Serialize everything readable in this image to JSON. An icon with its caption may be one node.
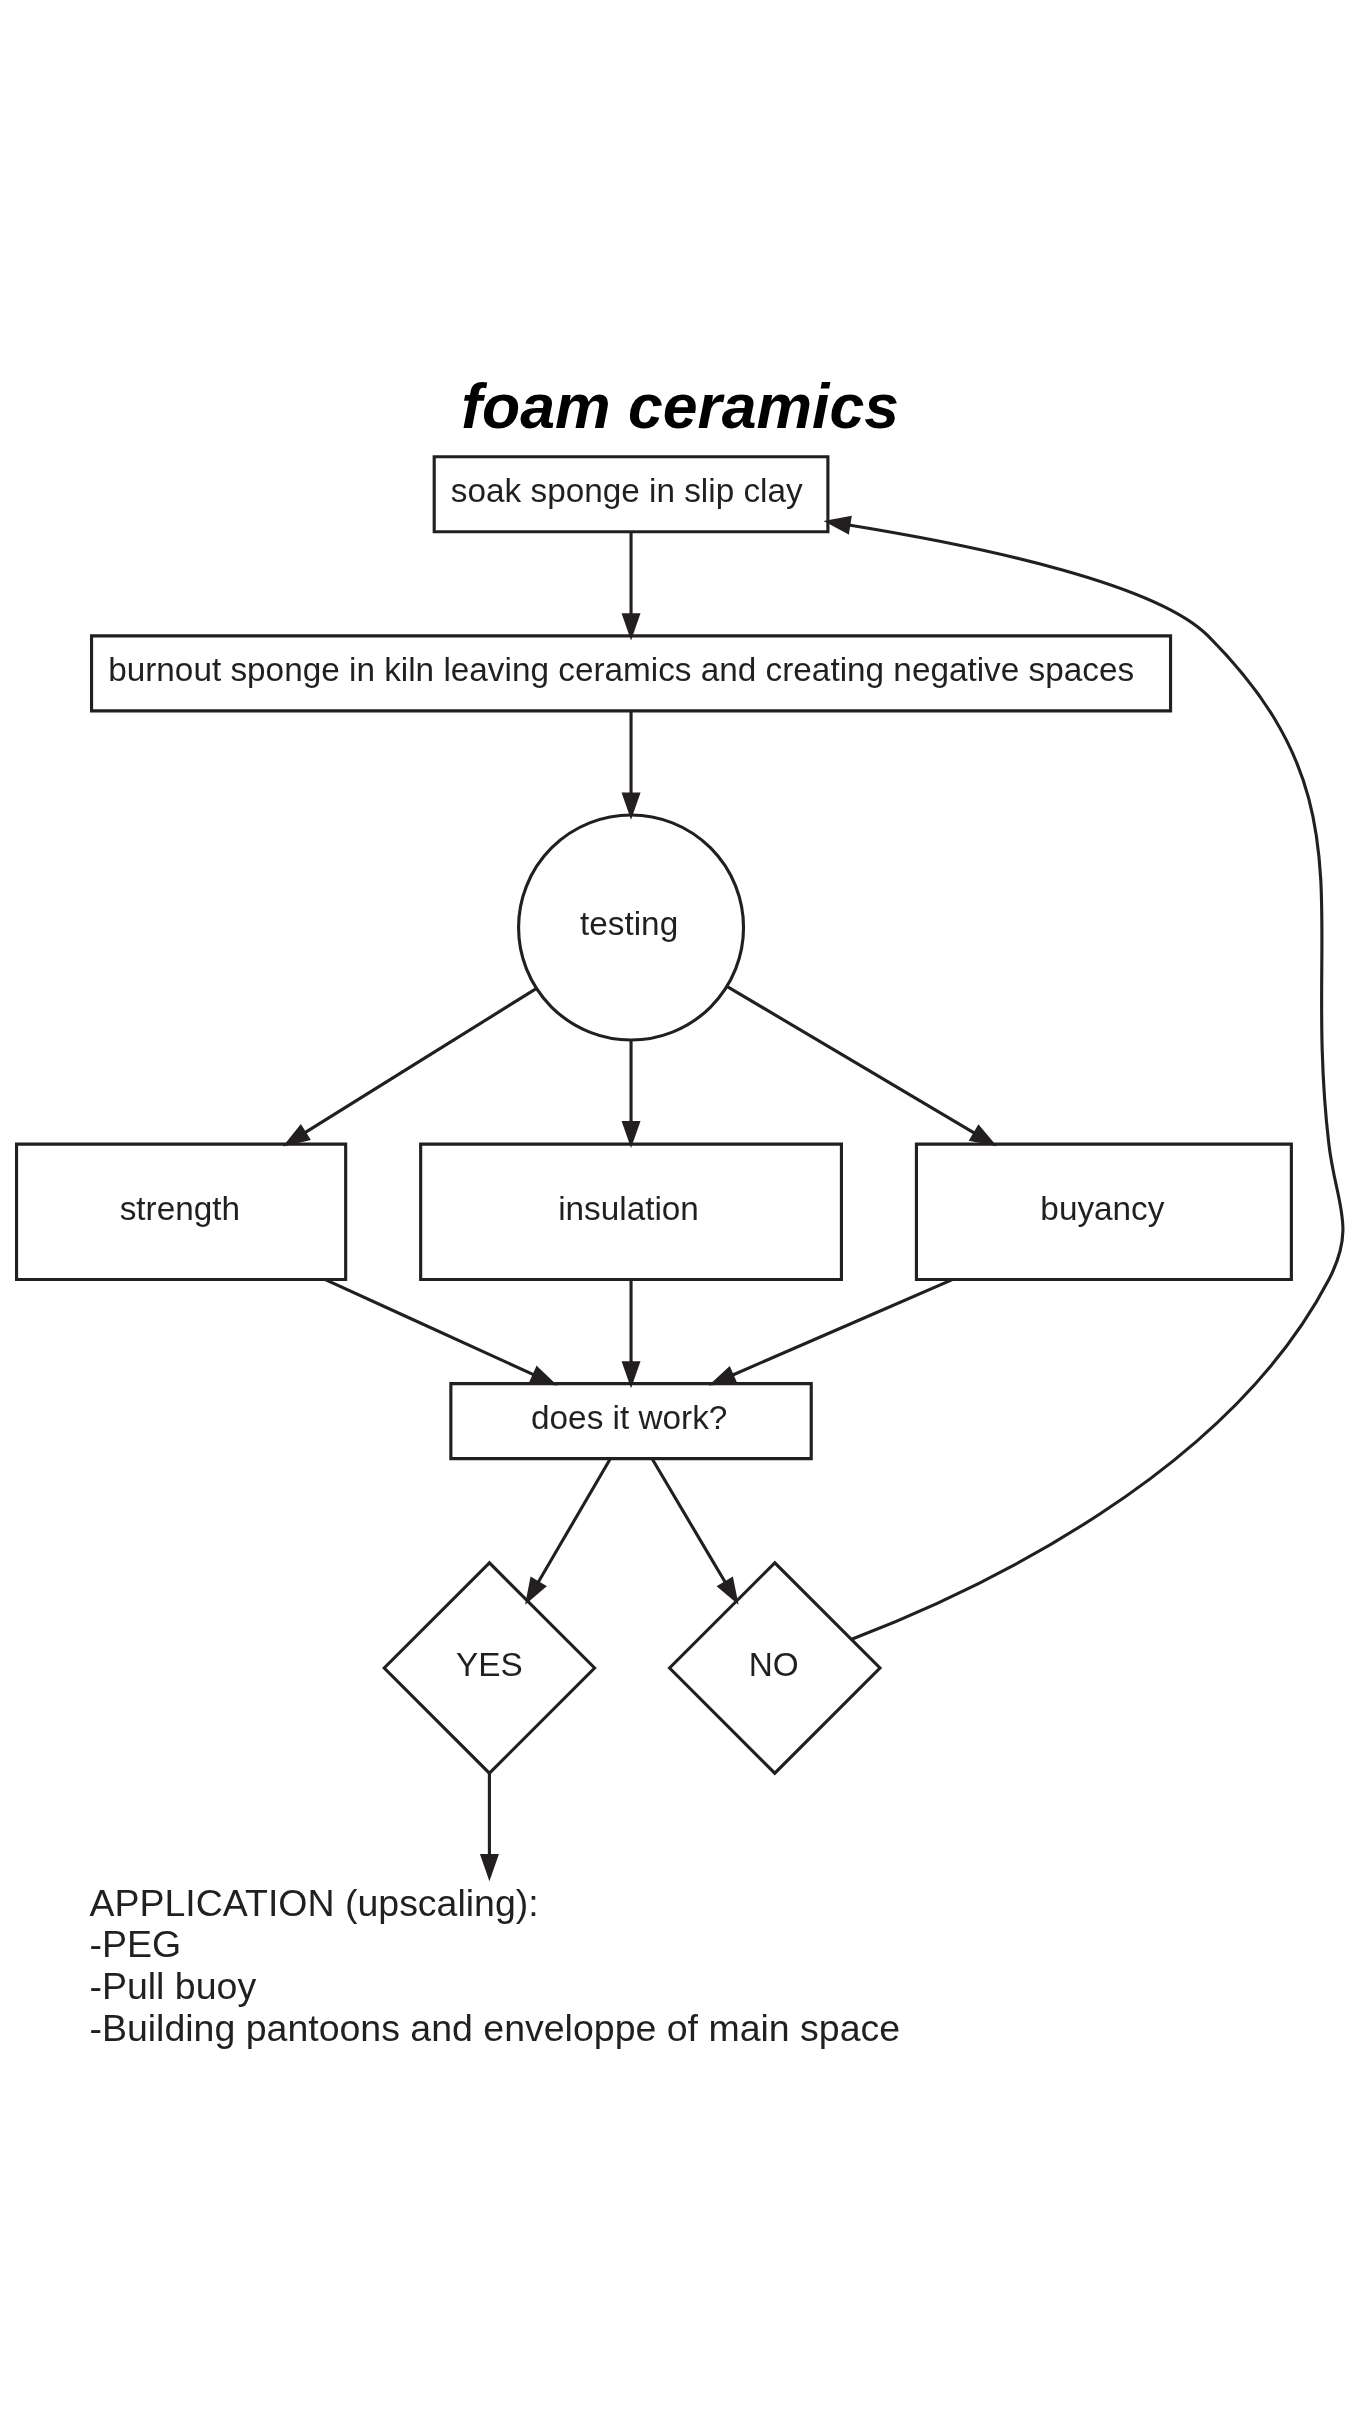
{
  "diagram": {
    "title": "foam ceramics",
    "nodes": [
      {
        "text": [
          "soak sponge in slip clay"
        ]
      },
      {
        "text": [
          "burnout sponge in kiln leaving ceramics and creating negative spaces"
        ]
      },
      {
        "text": [
          "testing"
        ]
      },
      {
        "text": [
          "strength"
        ]
      },
      {
        "text": [
          "insulation"
        ]
      },
      {
        "text": [
          "buyancy"
        ]
      },
      {
        "text": [
          "does it work?"
        ]
      },
      {
        "text": [
          "YES"
        ]
      },
      {
        "text": [
          "NO"
        ]
      },
      {
        "text": [
          "APPLICATION (upscaling):",
          "-PEG",
          "-Pull buoy",
          "-Building pantoons and enveloppe of main space"
        ]
      }
    ],
    "edges": [
      {
        "from": 0,
        "to": 1,
        "arrow": "to"
      },
      {
        "from": 1,
        "to": 2,
        "arrow": "to"
      },
      {
        "from": 2,
        "to": 3,
        "arrow": "to"
      },
      {
        "from": 2,
        "to": 4,
        "arrow": "to"
      },
      {
        "from": 2,
        "to": 5,
        "arrow": "to"
      },
      {
        "from": 3,
        "to": 6,
        "arrow": "to"
      },
      {
        "from": 4,
        "to": 6,
        "arrow": "to"
      },
      {
        "from": 5,
        "to": 6,
        "arrow": "to"
      },
      {
        "from": 6,
        "to": 7,
        "arrow": "to"
      },
      {
        "from": 6,
        "to": 8,
        "arrow": "to"
      },
      {
        "from": 7,
        "to": 9,
        "arrow": "to"
      },
      {
        "from": 8,
        "to": 0,
        "arrow": "to"
      }
    ]
  }
}
